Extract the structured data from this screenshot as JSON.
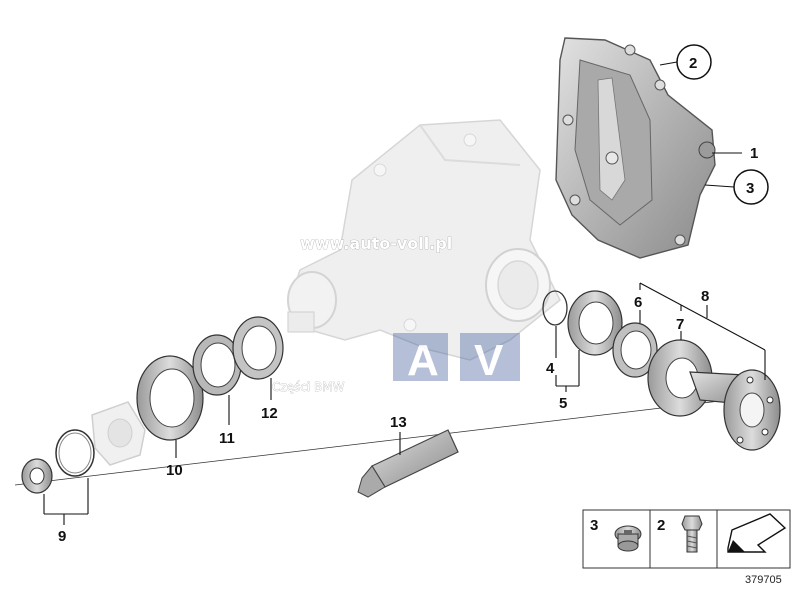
{
  "watermark": {
    "url": "www.auto-voll.pl",
    "logo_left": "A",
    "logo_right": "V",
    "caption": "Części BMW"
  },
  "callouts": {
    "n1": "1",
    "n2": "2",
    "n3": "3",
    "n4": "4",
    "n5": "5",
    "n6": "6",
    "n7": "7",
    "n8": "8",
    "n9": "9",
    "n10": "10",
    "n11": "11",
    "n12": "12",
    "n13": "13"
  },
  "legend": {
    "item_a": "3",
    "item_b": "2"
  },
  "diagram_id": "379705",
  "colors": {
    "part_fill": "#c9c9c9",
    "part_dark": "#8f8f8f",
    "ghost_fill": "#efefef",
    "logo_blue": "#3d5a9c"
  }
}
